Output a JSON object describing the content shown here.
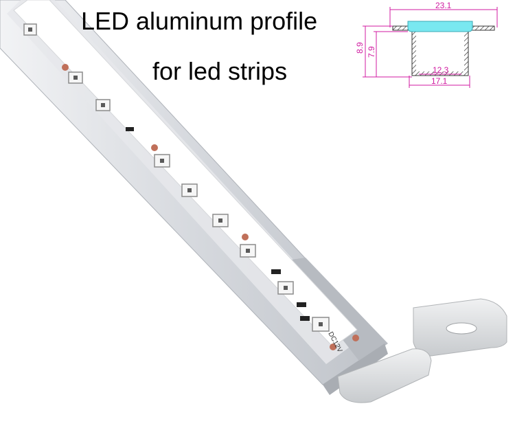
{
  "title": {
    "line1": "LED aluminum profile",
    "line2": "for led strips"
  },
  "diagram": {
    "top_width": "23.1",
    "total_height": "8.9",
    "inner_height": "7.9",
    "channel_width": "12.3",
    "bottom_width": "17.1"
  },
  "strip": {
    "voltage_label": "DC12V"
  },
  "colors": {
    "dimension": "#d01aa0",
    "diffuser": "#79e8f0",
    "profile": "#c9cdd3",
    "end_cap": "#dfe1e3"
  }
}
